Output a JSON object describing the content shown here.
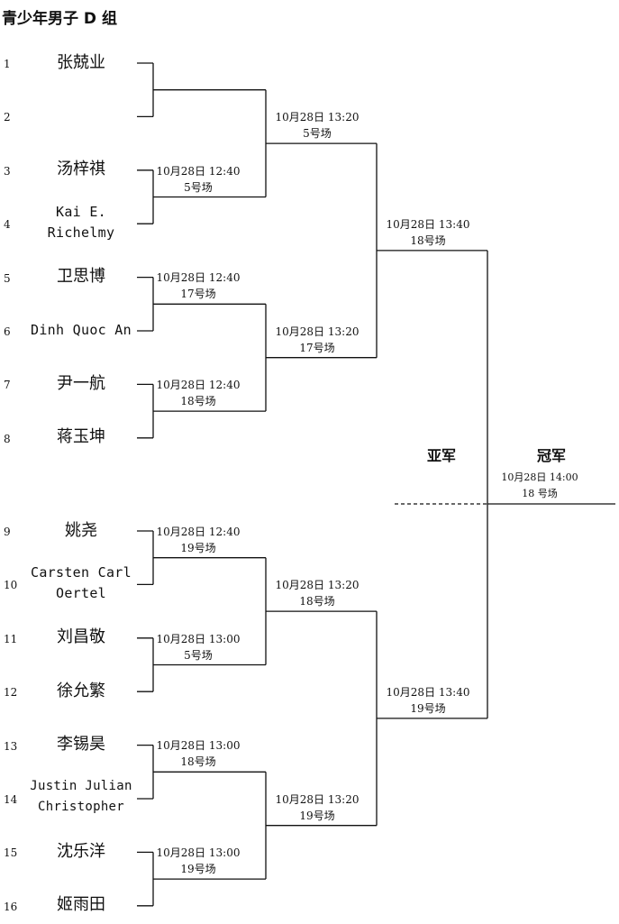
{
  "title": "青少年男子 D 组",
  "seeds": [
    "1",
    "2",
    "3",
    "4",
    "5",
    "6",
    "7",
    "8",
    "9",
    "10",
    "11",
    "12",
    "13",
    "14",
    "15",
    "16"
  ],
  "players": [
    {
      "lines": [
        "张兢业"
      ]
    },
    {
      "lines": [
        ""
      ]
    },
    {
      "lines": [
        "汤梓祺"
      ]
    },
    {
      "lines": [
        "Kai E.",
        "Richelmy"
      ]
    },
    {
      "lines": [
        "卫思博"
      ]
    },
    {
      "lines": [
        "Dinh Quoc An"
      ]
    },
    {
      "lines": [
        "尹一航"
      ]
    },
    {
      "lines": [
        "蒋玉坤"
      ]
    },
    {
      "lines": [
        "姚尧"
      ]
    },
    {
      "lines": [
        "Carsten Carl",
        "Oertel"
      ]
    },
    {
      "lines": [
        "刘昌敬"
      ]
    },
    {
      "lines": [
        "徐允繁"
      ]
    },
    {
      "lines": [
        "李锡昊"
      ]
    },
    {
      "lines": [
        "Justin Julian",
        "Christopher"
      ]
    },
    {
      "lines": [
        "沈乐洋"
      ]
    },
    {
      "lines": [
        "姬雨田"
      ]
    }
  ],
  "round1": [
    {
      "time": "",
      "court": ""
    },
    {
      "time": "10月28日 12:40",
      "court": "5号场"
    },
    {
      "time": "10月28日 12:40",
      "court": "17号场"
    },
    {
      "time": "10月28日 12:40",
      "court": "18号场"
    },
    {
      "time": "10月28日 12:40",
      "court": "19号场"
    },
    {
      "time": "10月28日 13:00",
      "court": "5号场"
    },
    {
      "time": "10月28日 13:00",
      "court": "18号场"
    },
    {
      "time": "10月28日 13:00",
      "court": "19号场"
    }
  ],
  "round2": [
    {
      "time": "10月28日 13:20",
      "court": "5号场"
    },
    {
      "time": "10月28日 13:20",
      "court": "17号场"
    },
    {
      "time": "10月28日 13:20",
      "court": "18号场"
    },
    {
      "time": "10月28日 13:20",
      "court": "19号场"
    }
  ],
  "round3": [
    {
      "time": "10月28日 13:40",
      "court": "18号场"
    },
    {
      "time": "10月28日 13:40",
      "court": "19号场"
    }
  ],
  "final": {
    "runner_up_label": "亚军",
    "champion_label": "冠军",
    "time": "10月28日 14:00",
    "court": "18 号场"
  }
}
